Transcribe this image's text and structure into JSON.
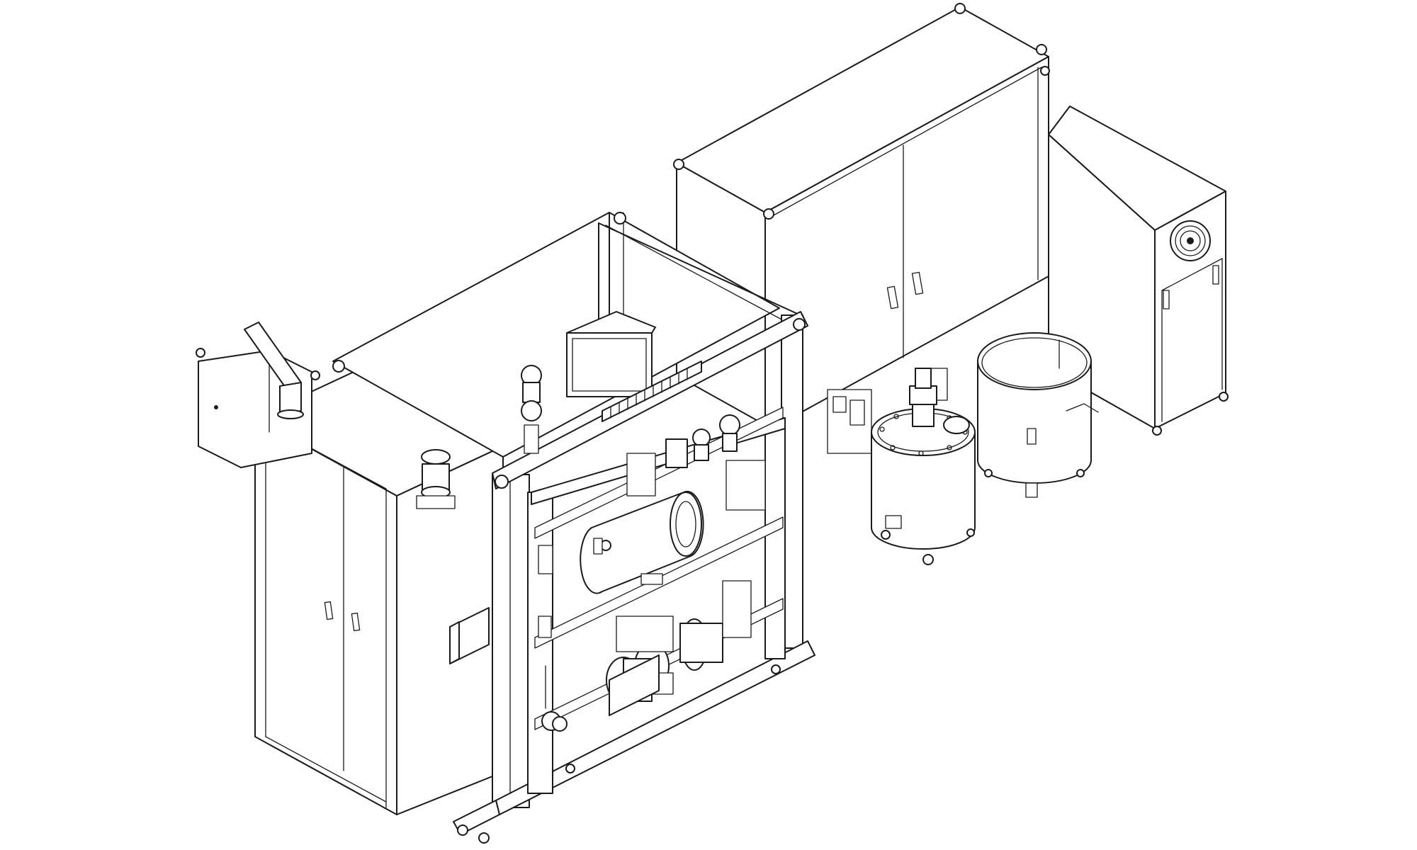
{
  "figure": {
    "kind": "isometric line drawing",
    "components": [
      "main-process-skid",
      "left-electrical-cabinet",
      "rear-tall-cabinet",
      "rear-small-chiller-unit",
      "mixing-tank-with-agitator",
      "open-tank"
    ]
  },
  "colors": {
    "line": "#1a1a1a",
    "background": "#ffffff",
    "fill": "#ffffff"
  }
}
